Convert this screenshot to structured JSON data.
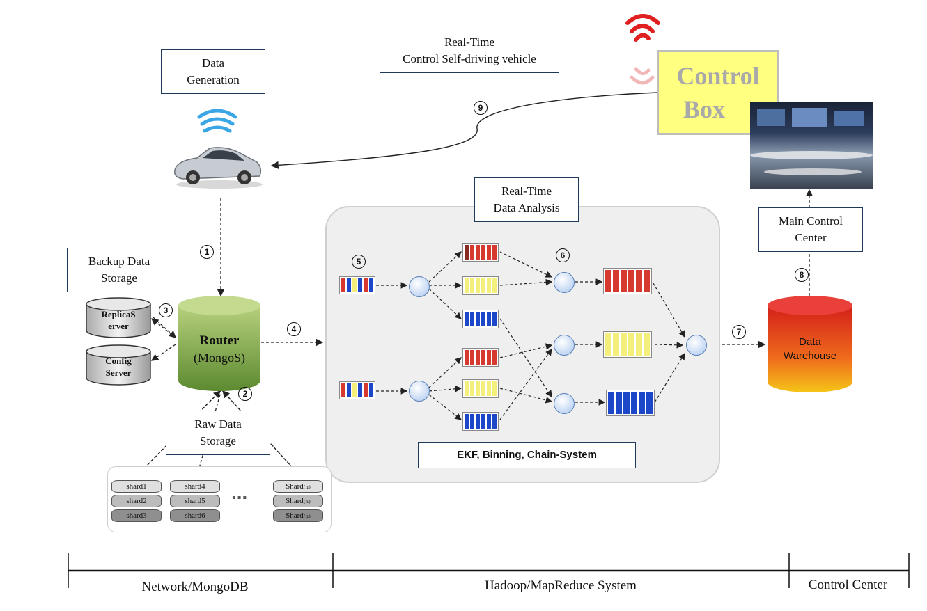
{
  "labels": {
    "data_generation": [
      "Data",
      "Generation"
    ],
    "realtime_control": [
      "Real-Time",
      "Control Self-driving vehicle"
    ],
    "control_box": [
      "Control",
      "Box"
    ],
    "backup_storage": [
      "Backup Data",
      "Storage"
    ],
    "raw_storage": [
      "Raw Data",
      "Storage"
    ],
    "realtime_analysis": [
      "Real-Time",
      "Data Analysis"
    ],
    "ekf": "EKF, Binning, Chain-System",
    "main_control": [
      "Main Control",
      "Center"
    ]
  },
  "cylinders": {
    "replica": [
      "ReplicaS",
      "erver"
    ],
    "config": [
      "Config",
      "Server"
    ],
    "router_title": "Router",
    "router_sub": "(MongoS)",
    "warehouse": [
      "Data",
      "Warehouse"
    ]
  },
  "shards": {
    "col1": [
      "shard1",
      "shard2",
      "shard3"
    ],
    "col2": [
      "shard4",
      "shard5",
      "shard6"
    ],
    "col3": [
      "Shard₍ₙ₎",
      "Shard₍ₙ₎",
      "Shard₍ₙ₎"
    ],
    "ellipsis": "▪▪▪"
  },
  "steps": [
    "1",
    "2",
    "3",
    "4",
    "5",
    "6",
    "7",
    "8",
    "9"
  ],
  "sections": [
    "Network/MongoDB",
    "Hadoop/MapReduce System",
    "Control Center"
  ],
  "colors": {
    "red": "#d63a2e",
    "yellow": "#f4ef7a",
    "blue": "#1c47c8",
    "router": "#8db556",
    "warehouse": "#ef6a1c"
  }
}
